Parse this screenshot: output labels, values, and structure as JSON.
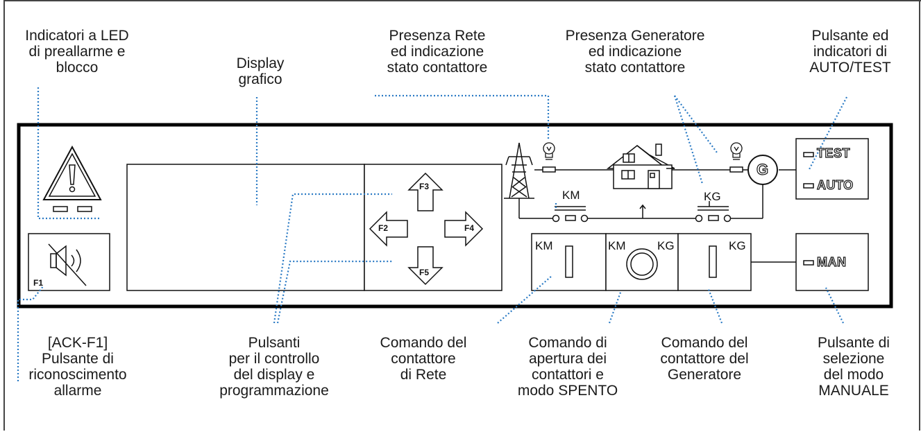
{
  "labels": {
    "led": [
      "Indicatori a LED",
      "di preallarme e",
      "blocco"
    ],
    "display": [
      "Display",
      "grafico"
    ],
    "rete": [
      "Presenza Rete",
      "ed indicazione",
      "stato contattore"
    ],
    "generatore": [
      "Presenza Generatore",
      "ed indicazione",
      "stato contattore"
    ],
    "auto_test": [
      "Pulsante ed",
      "indicatori di",
      "AUTO/TEST"
    ],
    "ack": [
      "[ACK-F1]",
      "Pulsante di",
      "riconoscimento",
      "allarme"
    ],
    "pulsanti": [
      "Pulsanti",
      "per il controllo",
      "del display e",
      "programmazione"
    ],
    "cmd_rete": [
      "Comando del",
      "contattore",
      "di Rete"
    ],
    "cmd_spento": [
      "Comando di",
      "apertura dei",
      "contattori e",
      "modo SPENTO"
    ],
    "cmd_gen": [
      "Comando del",
      "contattore del",
      "Generatore"
    ],
    "man_sel": [
      "Pulsante di",
      "selezione",
      "del modo",
      "MANUALE"
    ]
  },
  "panel": {
    "km": "KM",
    "kg": "KG",
    "f1": "F1",
    "f2": "F2",
    "f3": "F3",
    "f4": "F4",
    "f5": "F5",
    "g": "G",
    "test": "TEST",
    "auto": "AUTO",
    "man": "MAN"
  },
  "colors": {
    "leader": "#2a7ac4",
    "stroke": "#111111",
    "border": "#000000"
  }
}
